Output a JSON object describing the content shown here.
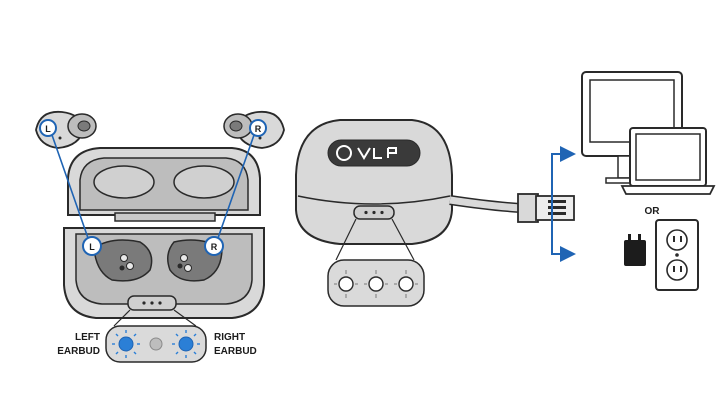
{
  "earbuds": {
    "left_marker": "L",
    "right_marker": "R"
  },
  "case": {
    "left_earbud_label": [
      "LEFT",
      "EARBUD"
    ],
    "right_earbud_label": [
      "RIGHT",
      "EARBUD"
    ]
  },
  "charging": {
    "or_label": "OR"
  },
  "colors": {
    "accent_blue": "#1f64b4",
    "led_blue": "#2b7fd6",
    "outline": "#2a2a2a",
    "body_gray": "#d9d9d9",
    "inner_gray": "#b9b9b9"
  }
}
